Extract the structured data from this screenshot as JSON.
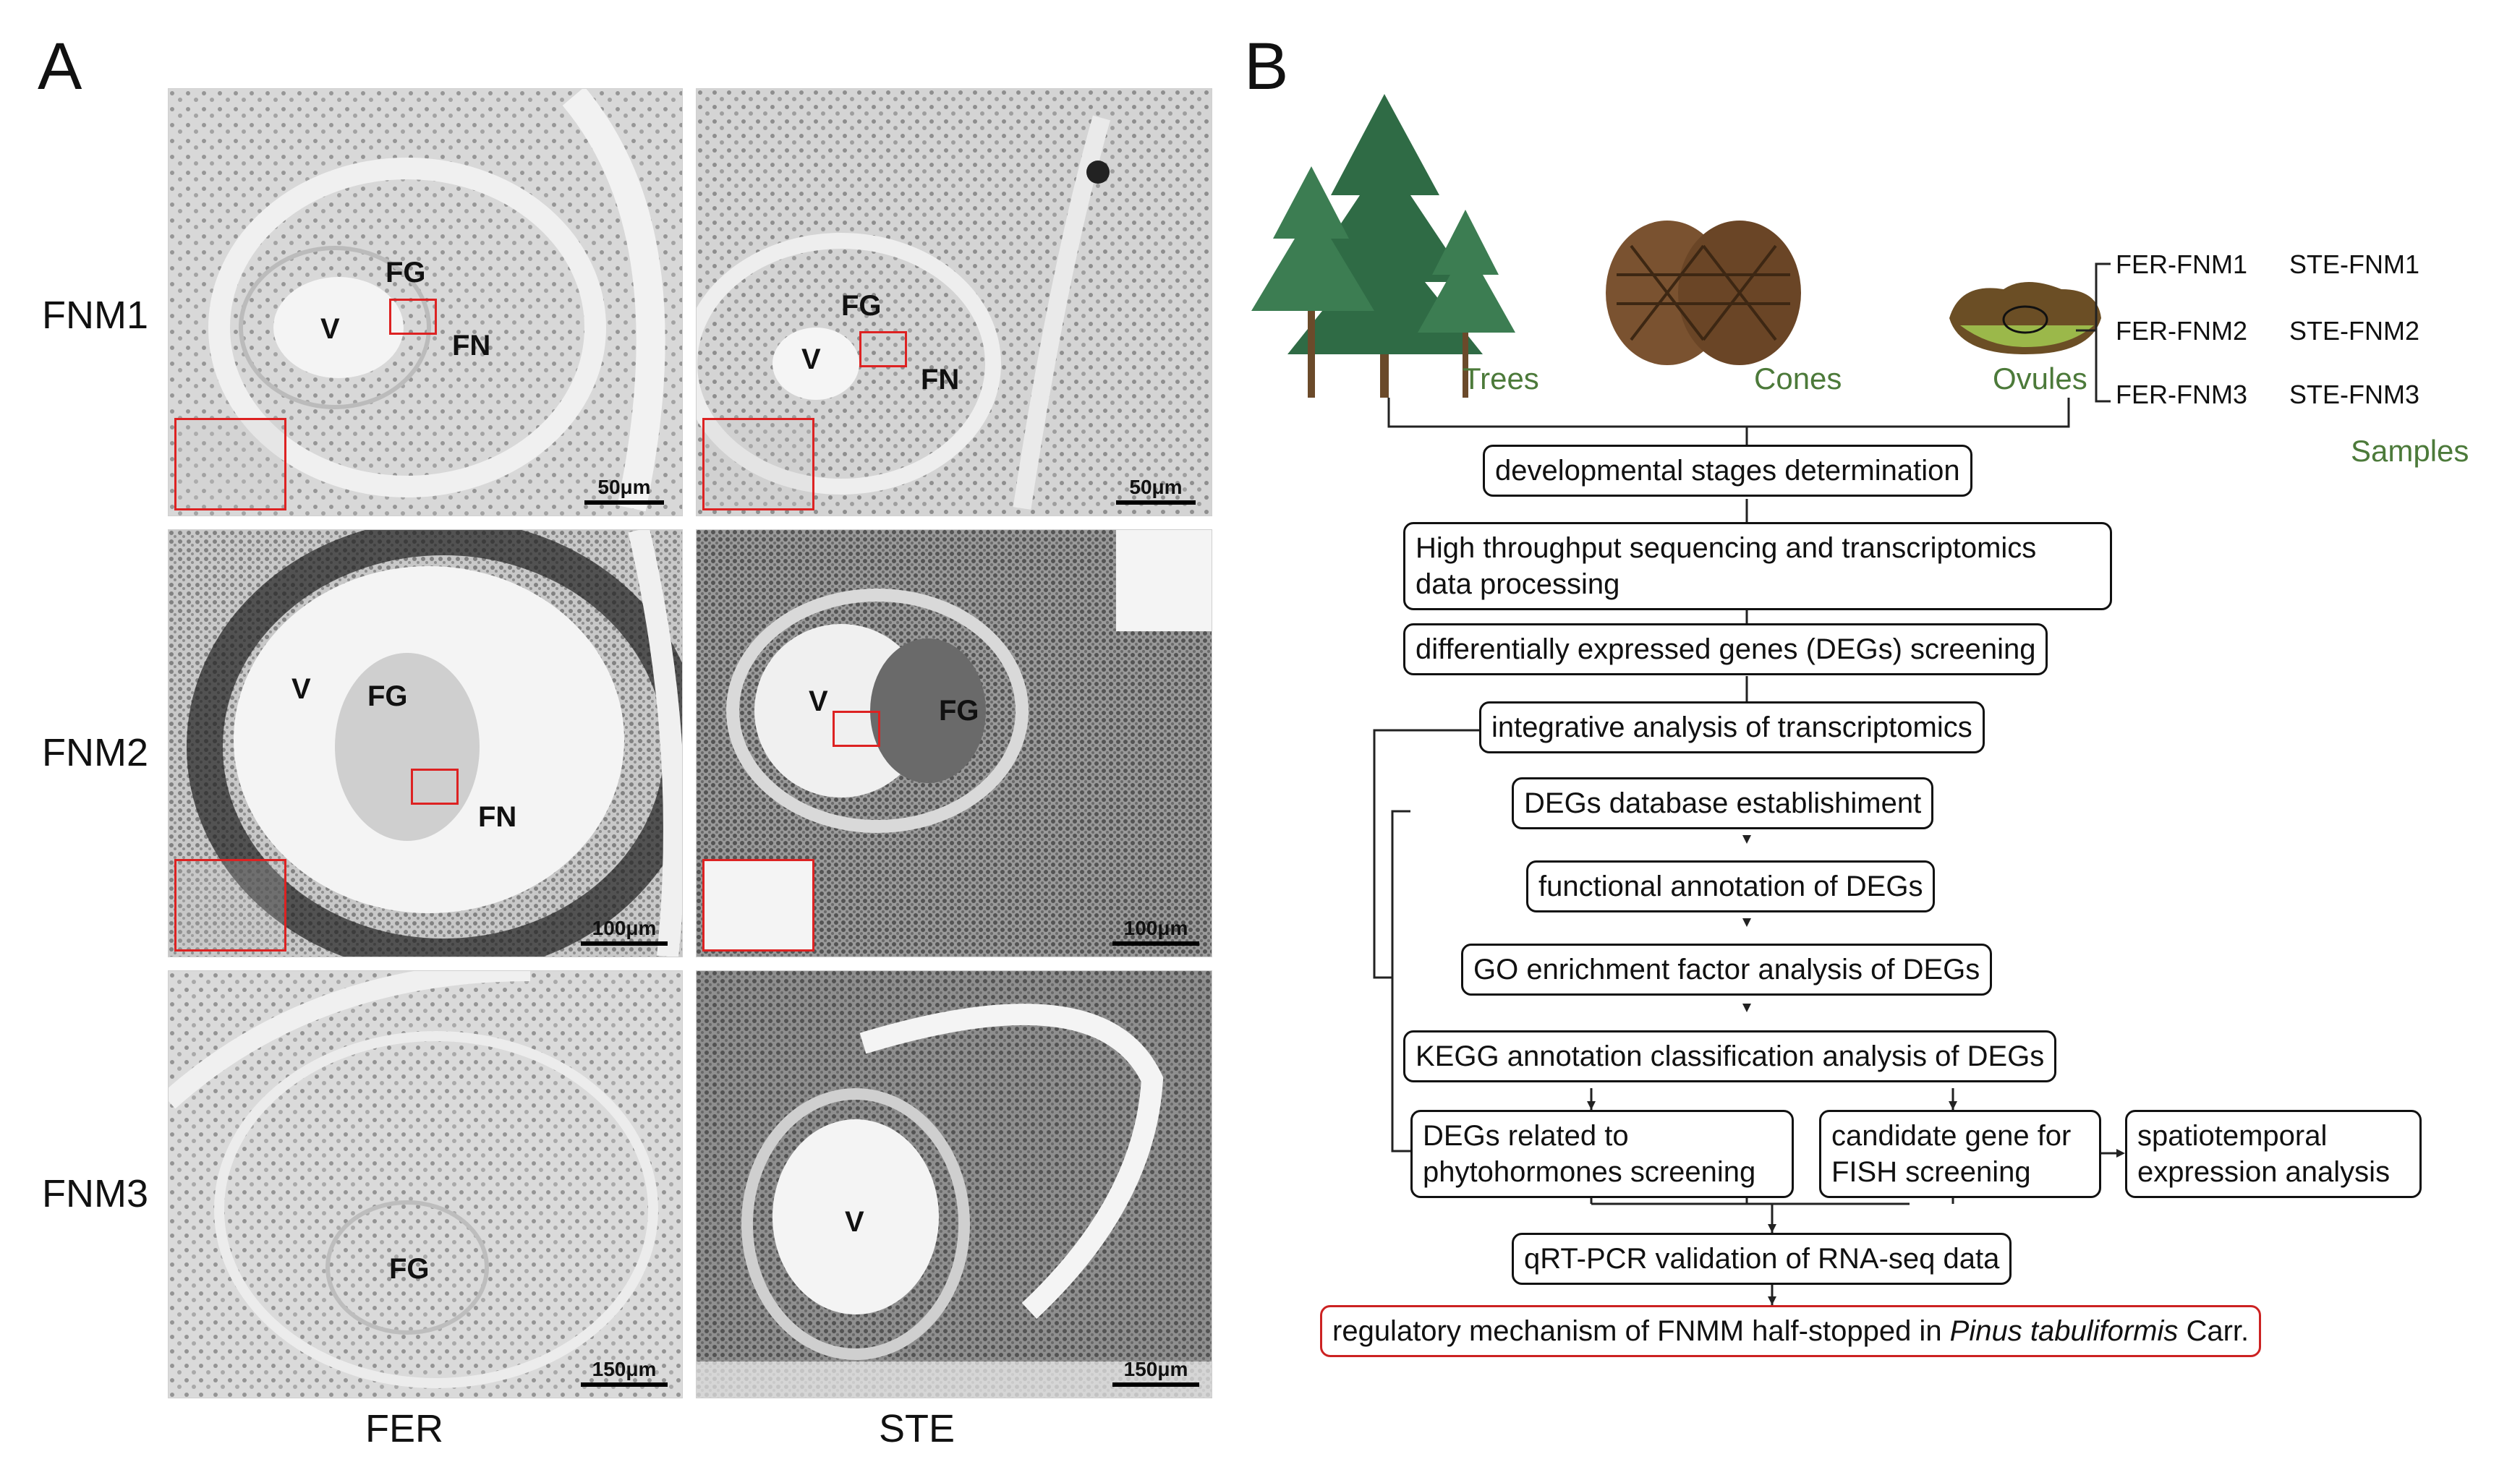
{
  "panelA": {
    "letter": "A",
    "rows": [
      "FNM1",
      "FNM2",
      "FNM3"
    ],
    "cols": [
      "FER",
      "STE"
    ],
    "cells": [
      {
        "labels": {
          "V": "V",
          "FG": "FG",
          "FN": "FN"
        },
        "scale": "50μm"
      },
      {
        "labels": {
          "V": "V",
          "FG": "FG",
          "FN": "FN"
        },
        "scale": "50μm"
      },
      {
        "labels": {
          "V": "V",
          "FG": "FG",
          "FN": "FN"
        },
        "scale": "100μm"
      },
      {
        "labels": {
          "V": "V",
          "FG": "FG"
        },
        "scale": "100μm"
      },
      {
        "labels": {
          "FG": "FG"
        },
        "scale": "150μm"
      },
      {
        "labels": {
          "V": "V"
        },
        "scale": "150μm"
      }
    ]
  },
  "panelB": {
    "letter": "B",
    "illustrations": {
      "trees": "Trees",
      "cones": "Cones",
      "ovules": "Ovules"
    },
    "samples_label": "Samples",
    "samples": [
      [
        "FER-FNM1",
        "STE-FNM1"
      ],
      [
        "FER-FNM2",
        "STE-FNM2"
      ],
      [
        "FER-FNM3",
        "STE-FNM3"
      ]
    ],
    "steps": {
      "s1": "developmental stages determination",
      "s2": "High throughput sequencing and transcriptomics data processing",
      "s3": "differentially expressed genes (DEGs) screening",
      "s4": "integrative analysis of transcriptomics",
      "s5": "DEGs database establishiment",
      "s6": "functional annotation of DEGs",
      "s7": "GO enrichment factor analysis of DEGs",
      "s8": "KEGG annotation classification analysis of DEGs",
      "s9": "DEGs related to phytohormones screening",
      "s10": "candidate gene for FISH screening",
      "s11": "spatiotemporal expression analysis",
      "s12": "qRT-PCR validation of RNA-seq data",
      "s13_pre": "regulatory mechanism of FNMM half-stopped in ",
      "s13_italic": "Pinus tabuliformis",
      "s13_post": " Carr."
    },
    "colors": {
      "green_text": "#4c7a3a",
      "red_border": "#c22222",
      "tree": "#2f6b45",
      "cone": "#7a5230"
    }
  }
}
